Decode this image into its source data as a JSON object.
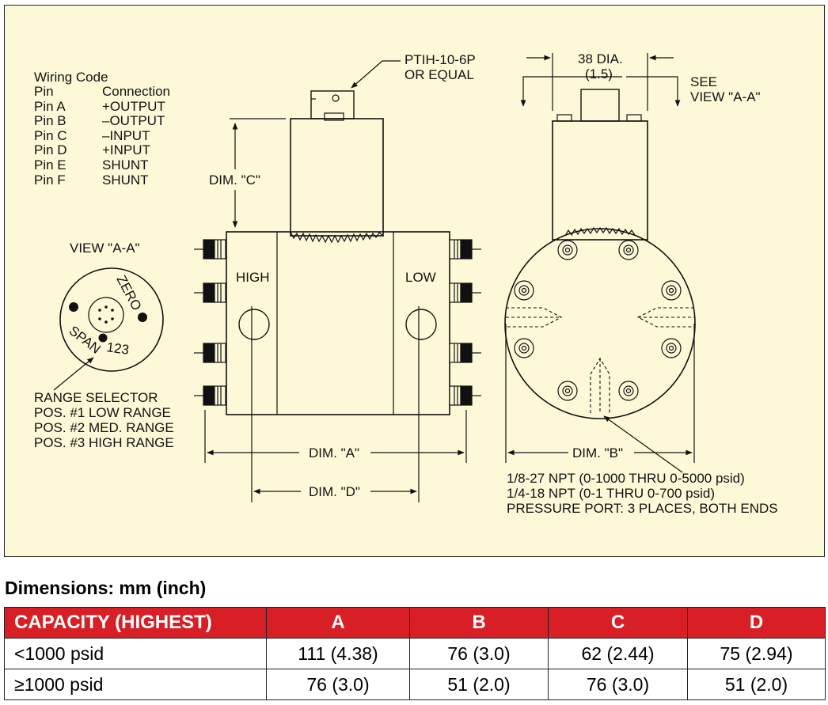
{
  "drawing": {
    "wiring": {
      "title": "Wiring Code",
      "header": [
        "Pin",
        "Connection"
      ],
      "rows": [
        [
          "Pin A",
          "+OUTPUT"
        ],
        [
          "Pin B",
          "–OUTPUT"
        ],
        [
          "Pin C",
          "–INPUT"
        ],
        [
          "Pin D",
          "+INPUT"
        ],
        [
          "Pin E",
          "SHUNT"
        ],
        [
          "Pin F",
          "SHUNT"
        ]
      ]
    },
    "connector_note": [
      "PTIH-10-6P",
      "OR EQUAL"
    ],
    "dia_note": [
      "38 DIA.",
      "(1.5)"
    ],
    "see_view": [
      "SEE",
      "VIEW \"A-A\""
    ],
    "view_aa": "VIEW \"A-A\"",
    "zero": "ZERO",
    "span": "SPAN",
    "pos_numbers": "123",
    "range_selector": [
      "RANGE SELECTOR",
      "POS. #1 LOW  RANGE",
      "POS. #2 MED.  RANGE",
      "POS. #3 HIGH  RANGE"
    ],
    "high": "HIGH",
    "low": "LOW",
    "dim_a": "DIM. \"A\"",
    "dim_b": "DIM. \"B\"",
    "dim_c": "DIM. \"C\"",
    "dim_d": "DIM. \"D\"",
    "port_note": [
      "1/8-27 NPT (0-1000 THRU 0-5000 psid)",
      "1/4-18 NPT (0-1 THRU 0-700 psid)",
      "PRESSURE PORT: 3 PLACES, BOTH ENDS"
    ]
  },
  "dimensions": {
    "title": "Dimensions: mm (inch)",
    "columns": [
      "CAPACITY (HIGHEST)",
      "A",
      "B",
      "C",
      "D"
    ],
    "rows": [
      [
        "<1000 psid",
        "111 (4.38)",
        "76 (3.0)",
        "62 (2.44)",
        "75 (2.94)"
      ],
      [
        "≥1000 psid",
        "76 (3.0)",
        "51 (2.0)",
        "76 (3.0)",
        "51 (2.0)"
      ]
    ]
  },
  "colors": {
    "header_red": "#d81f26",
    "drawing_bg": "#fdf9d8"
  }
}
